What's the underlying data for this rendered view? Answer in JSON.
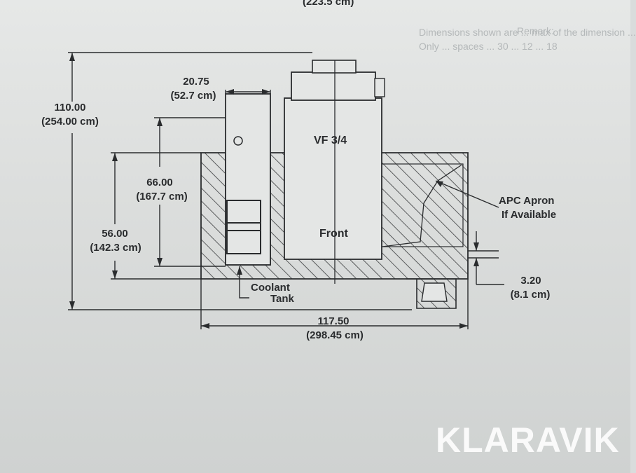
{
  "top_dimension": "(223.5 cm)",
  "background_text": {
    "remark": "Remark:",
    "line1": "Dimensions shown are ... max of the dimension ...",
    "line2": "Only ... spaces ... 30 ... 12 ... 18"
  },
  "machine_label": "VF 3/4",
  "front_label": "Front",
  "dim_overall_height": {
    "in": "110.00",
    "cm": "(254.00 cm)"
  },
  "dim_width_top": {
    "in": "20.75",
    "cm": "(52.7 cm)"
  },
  "dim_height_66": {
    "in": "66.00",
    "cm": "(167.7 cm)"
  },
  "dim_height_56": {
    "in": "56.00",
    "cm": "(142.3 cm)"
  },
  "dim_apron_offset": {
    "in": "3.20",
    "cm": "(8.1 cm)"
  },
  "dim_overall_width": {
    "in": "117.50",
    "cm": "(298.45 cm)"
  },
  "coolant_label": {
    "line1": "Coolant",
    "line2": "Tank"
  },
  "apron_label": {
    "line1": "APC Apron",
    "line2": "If Available"
  },
  "watermark": "KLARAVIK",
  "colors": {
    "ink": "#2a2c2e",
    "paper": "#e2e4e3",
    "hatch": "#3a3c3e"
  }
}
